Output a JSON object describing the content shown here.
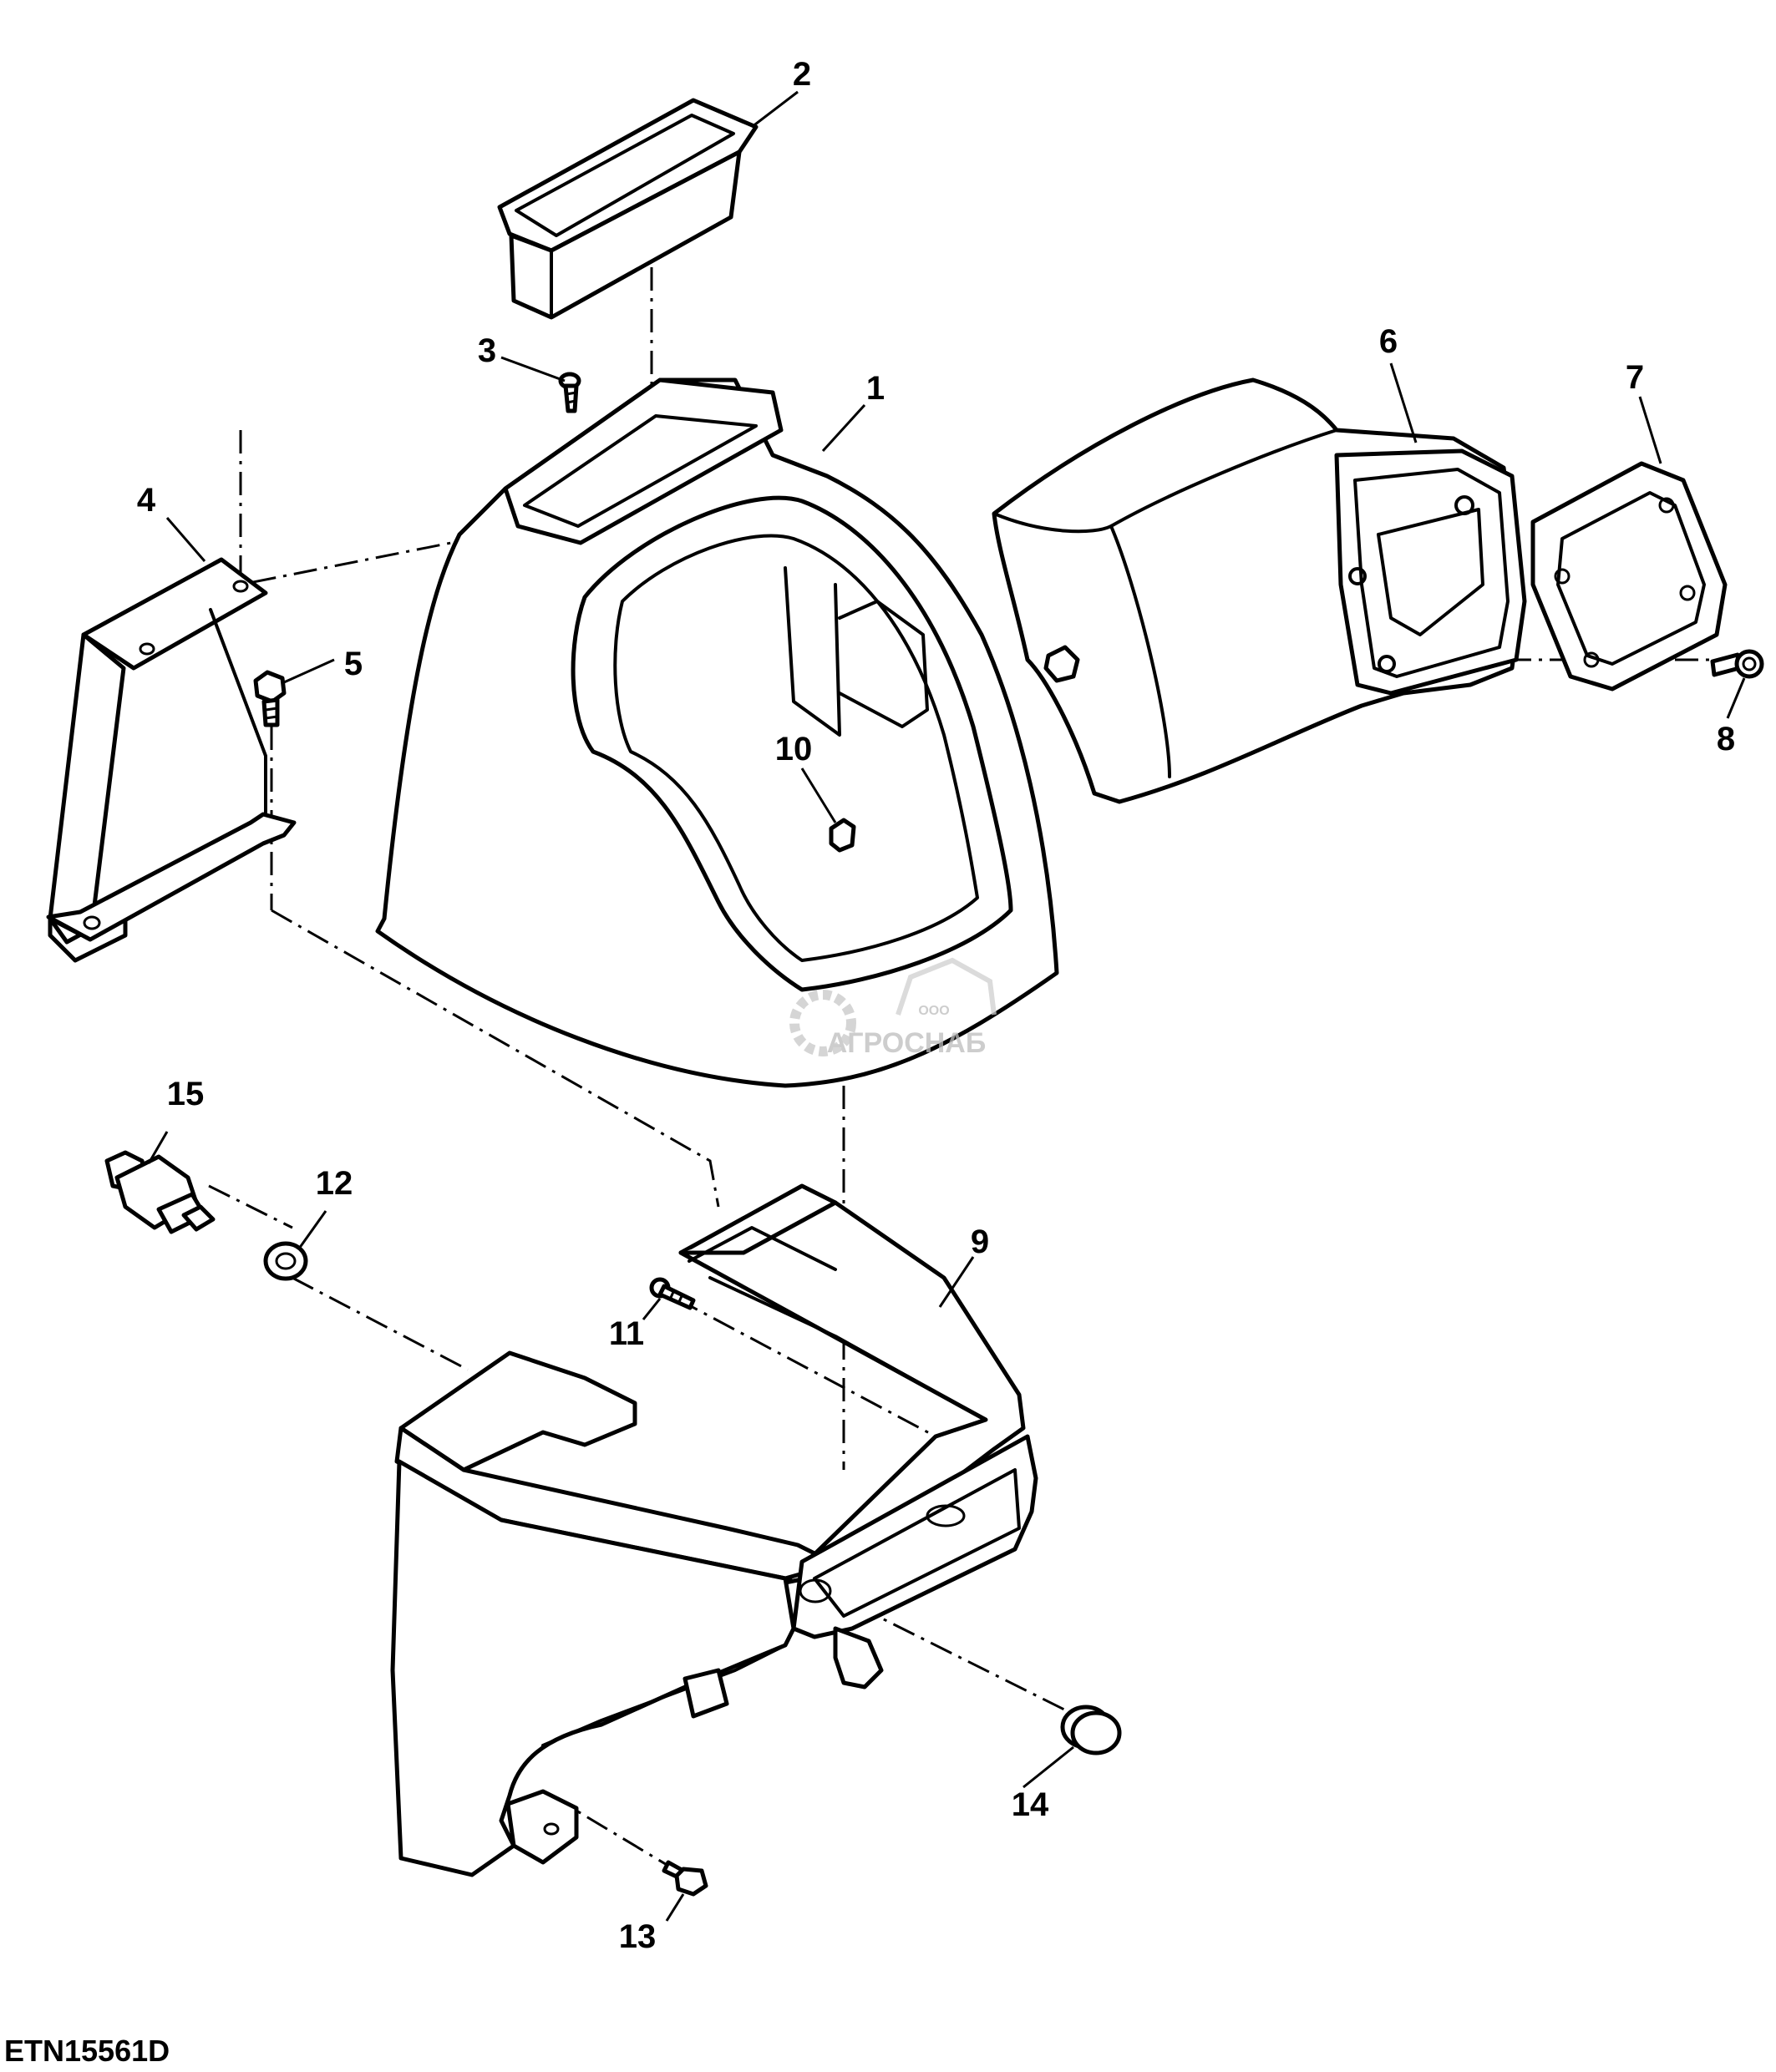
{
  "figure_id": "ETN15561D",
  "watermark": {
    "small": "ООО",
    "brand": "АГРОСНАБ"
  },
  "callouts": [
    "1",
    "2",
    "3",
    "4",
    "5",
    "6",
    "7",
    "8",
    "9",
    "10",
    "11",
    "12",
    "13",
    "14",
    "15"
  ]
}
